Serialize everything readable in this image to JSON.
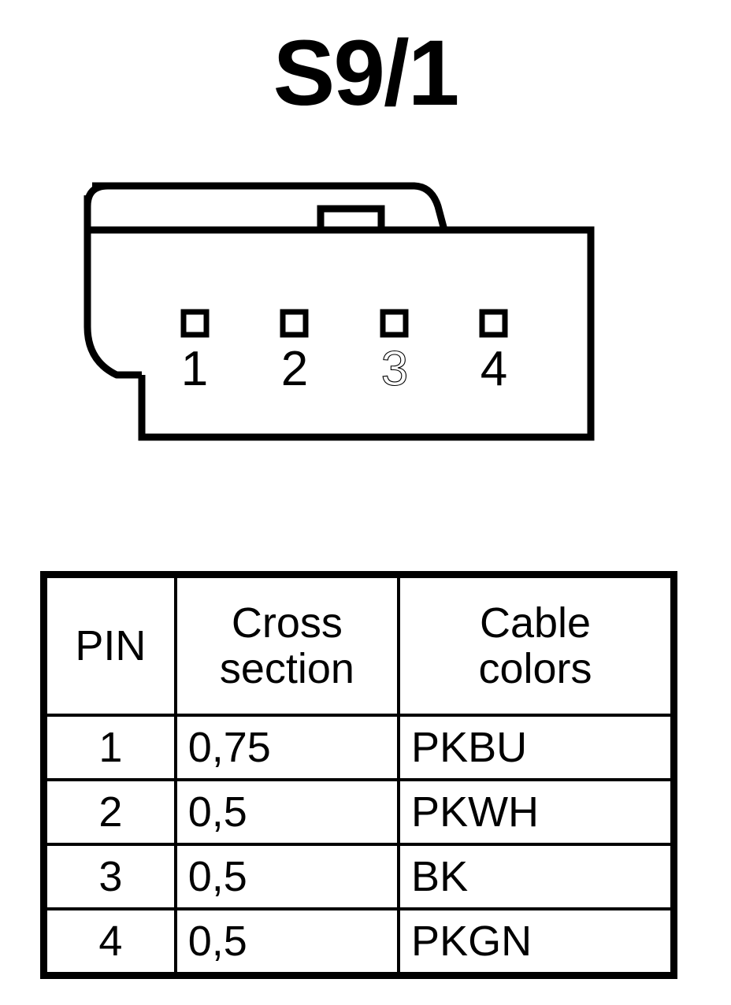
{
  "title": "S9/1",
  "connector": {
    "name": "4-way connector housing front view",
    "pin_count": 4,
    "pins": [
      {
        "number": "1",
        "style": "solid"
      },
      {
        "number": "2",
        "style": "solid"
      },
      {
        "number": "3",
        "style": "outline"
      },
      {
        "number": "4",
        "style": "solid"
      }
    ],
    "features": {
      "latch": "top-left rounded retaining latch",
      "notch": "top-center rectangular keying notch"
    },
    "line_color": "#000000",
    "fill_color": "#ffffff"
  },
  "table": {
    "headers": {
      "pin": "PIN",
      "cross_section_line1": "Cross",
      "cross_section_line2": "section",
      "cable_colors_line1": "Cable",
      "cable_colors_line2": "colors"
    },
    "rows": [
      {
        "pin": "1",
        "cross_section": "0,75",
        "cable_colors": "PKBU"
      },
      {
        "pin": "2",
        "cross_section": "0,5",
        "cable_colors": "PKWH"
      },
      {
        "pin": "3",
        "cross_section": "0,5",
        "cable_colors": "BK"
      },
      {
        "pin": "4",
        "cross_section": "0,5",
        "cable_colors": "PKGN"
      }
    ]
  }
}
